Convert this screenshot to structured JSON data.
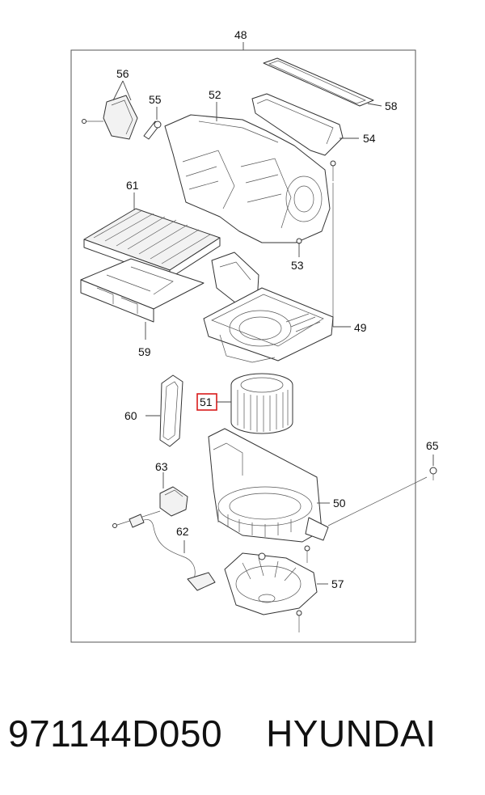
{
  "diagram": {
    "callouts": {
      "c48": "48",
      "c56": "56",
      "c55": "55",
      "c52": "52",
      "c58": "58",
      "c54": "54",
      "c61": "61",
      "c53": "53",
      "c49": "49",
      "c59": "59",
      "c60": "60",
      "c51": "51",
      "c65": "65",
      "c63": "63",
      "c50": "50",
      "c62": "62",
      "c57": "57"
    },
    "highlighted_callout": "51",
    "highlight_color": "#d81b1b"
  },
  "caption": {
    "part_number": "971144D050",
    "brand": "HYUNDAI"
  }
}
